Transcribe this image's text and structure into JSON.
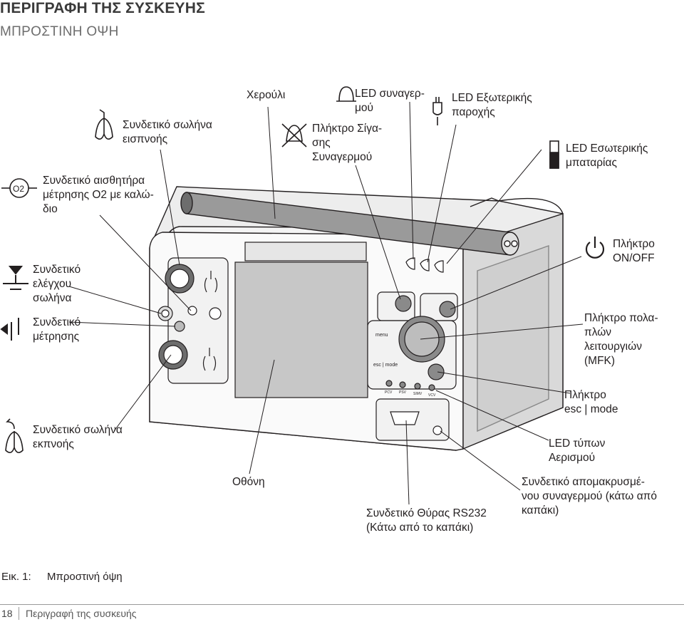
{
  "header": {
    "title": "ΠΕΡΙΓΡΑΦΗ ΤΗΣ ΣΥΣΚΕΥΗΣ",
    "subtitle": "ΜΠΡΟΣΤΙΝΗ ΟΨΗ"
  },
  "labels": {
    "inhale_hose": "Συνδετικό σωλήνα\nεισπνοής",
    "o2_sensor": "Συνδετικό αισθητήρα\nμέτρησης O2 με καλώ-\nδιο",
    "control_hose": "Συνδετικό\nελέγχου\nσωλήνα",
    "measure_conn": "Συνδετικό\nμέτρησης",
    "exhale_hose": "Συνδετικό σωλήνα\nεκπνοής",
    "handle": "Χερούλι",
    "alarm_led": "LED συναγερ-\nμού",
    "silence_key": "Πλήκτρο Σίγα-\nσης\nΣυναγερμού",
    "ext_power_led": "LED Εξωτερικής\nπαροχής",
    "battery_led": "LED Εσωτερικής\nμπαταρίας",
    "onoff_key": "Πλήκτρο\nON/OFF",
    "mfk_key": "Πλήκτρο πολα-\nπλών\nλειτουργιών\n(MFK)",
    "esc_mode_key": "Πλήκτρο\nesc | mode",
    "vent_led": "LED τύπων\nΑερισμού",
    "screen": "Οθόνη",
    "rs232": "Συνδετικό Θύρας RS232\n(Κάτω από το καπάκι)",
    "remote_alarm": "Συνδετικό απομακρυσμέ-\nνου συναγερμού (κάτω από\nκαπάκι)"
  },
  "panel": {
    "menu": "menu",
    "esc_mode": "esc | mode",
    "modes": [
      "PCV",
      "PSV",
      "SIMV",
      "VCV"
    ],
    "o2_badge": "O2"
  },
  "figure": {
    "number": "Εικ. 1:",
    "caption": "Μπροστινή όψη"
  },
  "footer": {
    "page": "18",
    "text": "Περιγραφή της συσκευής"
  }
}
